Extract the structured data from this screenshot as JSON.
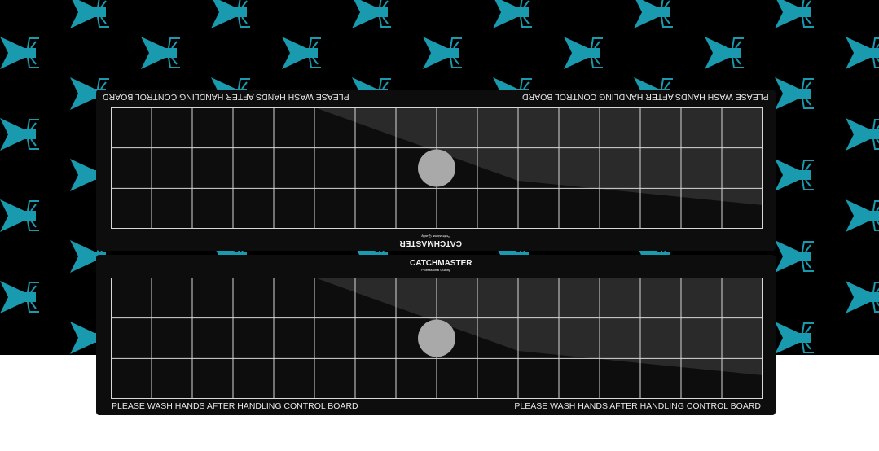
{
  "product": {
    "warning_text": "PLEASE WASH HANDS AFTER HANDLING CONTROL BOARD",
    "brand": "CATCHMASTER",
    "brand_tagline": "Professional Quality",
    "grid_columns": 16,
    "grid_rows": 3
  },
  "colors": {
    "pattern_bg": "#000000",
    "fly": "#1a9aaf",
    "board": "#0d0d0d",
    "grid_line": "#d8d8d8"
  }
}
